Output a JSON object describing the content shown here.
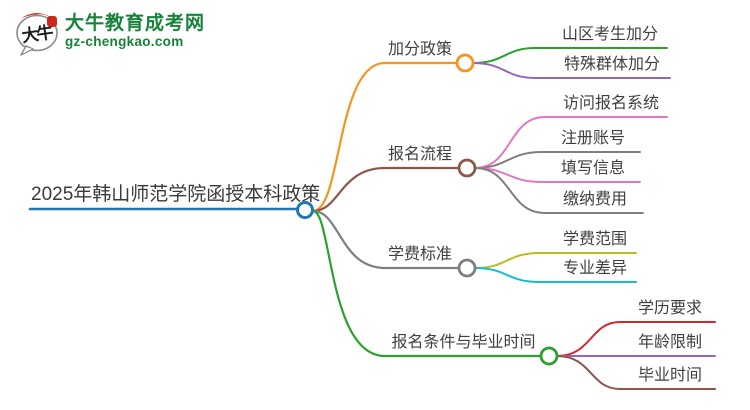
{
  "logo": {
    "icon_text": "大牛",
    "site_name": "大牛教育成考网",
    "site_url": "gz-chengkao.com"
  },
  "colors": {
    "logo_green": "#17833a",
    "logo_red": "#d9251c",
    "node_text": "#3f3f3f",
    "blue": "#1f77b4",
    "orange": "#f7941e",
    "green": "#2ca02c",
    "red": "#d62728",
    "purple": "#9467bd",
    "brown": "#8c564b",
    "pink": "#e377c2",
    "gray": "#7f7f7f",
    "olive": "#bcbd22",
    "cyan": "#17becf"
  },
  "mindmap": {
    "root": {
      "label": "2025年韩山师范学院函授本科政策",
      "color": "#1f77b4"
    },
    "branches": [
      {
        "label": "加分政策",
        "color": "#f7941e",
        "children": [
          {
            "label": "山区考生加分",
            "color": "#2ca02c"
          },
          {
            "label": "特殊群体加分",
            "color": "#9467bd"
          }
        ]
      },
      {
        "label": "报名流程",
        "color": "#8c564b",
        "children": [
          {
            "label": "访问报名系统",
            "color": "#e377c2"
          },
          {
            "label": "注册账号",
            "color": "#7f7f7f"
          },
          {
            "label": "填写信息",
            "color": "#e377c2"
          },
          {
            "label": "缴纳费用",
            "color": "#7f7f7f"
          }
        ]
      },
      {
        "label": "学费标准",
        "color": "#7f7f7f",
        "children": [
          {
            "label": "学费范围",
            "color": "#bcbd22"
          },
          {
            "label": "专业差异",
            "color": "#17becf"
          }
        ]
      },
      {
        "label": "报名条件与毕业时间",
        "color": "#2ca02c",
        "children": [
          {
            "label": "学历要求",
            "color": "#d62728"
          },
          {
            "label": "年龄限制",
            "color": "#9467bd"
          },
          {
            "label": "毕业时间",
            "color": "#8c564b"
          }
        ]
      }
    ]
  }
}
